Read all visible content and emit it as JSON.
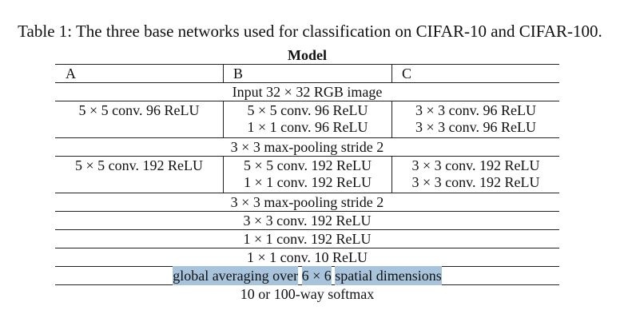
{
  "caption": "Table 1: The three base networks used for classification on CIFAR-10 and CIFAR-100.",
  "table": {
    "header": "Model",
    "columns": [
      "A",
      "B",
      "C"
    ],
    "input_row": "Input 32 × 32 RGB image",
    "block1": {
      "a": "5 × 5 conv. 96 ReLU",
      "b": [
        "5 × 5 conv. 96 ReLU",
        "1 × 1 conv. 96 ReLU"
      ],
      "c": [
        "3 × 3 conv. 96 ReLU",
        "3 × 3 conv. 96 ReLU"
      ]
    },
    "pool1": "3 × 3 max-pooling stride 2",
    "block2": {
      "a": "5 × 5 conv. 192 ReLU",
      "b": [
        "5 × 5 conv. 192 ReLU",
        "1 × 1 conv. 192 ReLU"
      ],
      "c": [
        "3 × 3 conv. 192 ReLU",
        "3 × 3 conv. 192 ReLU"
      ]
    },
    "pool2": "3 × 3 max-pooling stride 2",
    "shared_rows": [
      "3 × 3 conv. 192 ReLU",
      "1 × 1 conv. 192 ReLU",
      "1 × 1 conv. 10 ReLU"
    ],
    "gap_row": {
      "part1": "global averaging over",
      "part2": "6 × 6",
      "part3": "spatial dimensions"
    },
    "softmax_row": "10 or 100-way softmax",
    "highlight_color": "#a8c4dc"
  }
}
